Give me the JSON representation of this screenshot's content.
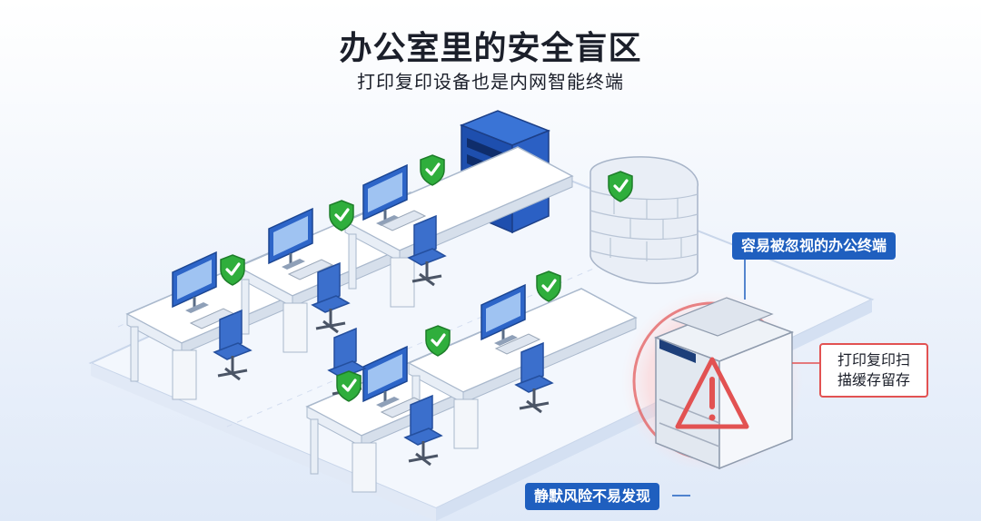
{
  "header": {
    "title": "办公室里的安全盲区",
    "subtitle": "打印复印设备也是内网智能终端"
  },
  "callouts": {
    "overlooked": "容易被忽视的办公终端",
    "storage_line1": "打印复印扫",
    "storage_line2": "描缓存留存",
    "silent_risk": "静默风险不易发现"
  },
  "colors": {
    "accent_blue": "#1f5fbf",
    "shield_green": "#2fae3c",
    "warning_red": "#e25252",
    "floor": "#f3f7fd"
  },
  "icons": [
    "shield-check-icon",
    "warning-triangle-icon"
  ]
}
